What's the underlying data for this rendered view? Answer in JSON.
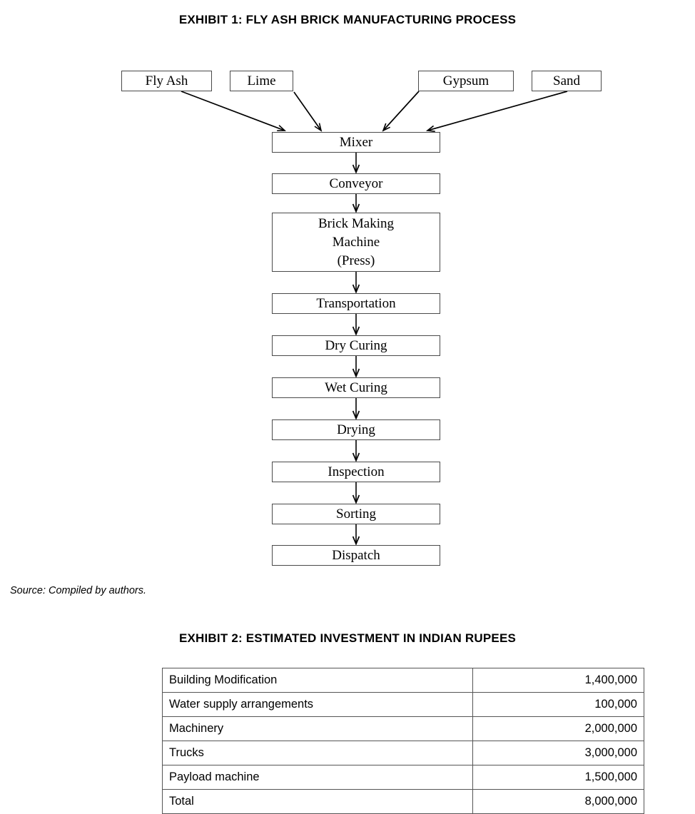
{
  "exhibit1": {
    "title": "EXHIBIT 1: FLY ASH BRICK MANUFACTURING PROCESS",
    "source_note": "Source: Compiled by authors.",
    "inputs": [
      {
        "label": "Fly Ash"
      },
      {
        "label": "Lime"
      },
      {
        "label": "Gypsum"
      },
      {
        "label": "Sand"
      }
    ],
    "steps": [
      {
        "label": "Mixer"
      },
      {
        "label": "Conveyor"
      },
      {
        "label": "Brick Making"
      },
      {
        "label": "Machine"
      },
      {
        "label": "(Press)"
      },
      {
        "label": "Transportation"
      },
      {
        "label": "Dry Curing"
      },
      {
        "label": "Wet Curing"
      },
      {
        "label": "Drying"
      },
      {
        "label": "Inspection"
      },
      {
        "label": "Sorting"
      },
      {
        "label": "Dispatch"
      }
    ]
  },
  "exhibit2": {
    "title": "EXHIBIT 2: ESTIMATED INVESTMENT IN INDIAN RUPEES",
    "rows": [
      {
        "item": "Building Modification",
        "amount": "1,400,000"
      },
      {
        "item": "Water supply arrangements",
        "amount": "100,000"
      },
      {
        "item": "Machinery",
        "amount": "2,000,000"
      },
      {
        "item": "Trucks",
        "amount": "3,000,000"
      },
      {
        "item": "Payload machine",
        "amount": "1,500,000"
      },
      {
        "item": "Total",
        "amount": "8,000,000"
      }
    ]
  },
  "colors": {
    "text": "#000000",
    "box_border": "#4a4a4a",
    "table_border": "#555555",
    "background": "#ffffff"
  }
}
